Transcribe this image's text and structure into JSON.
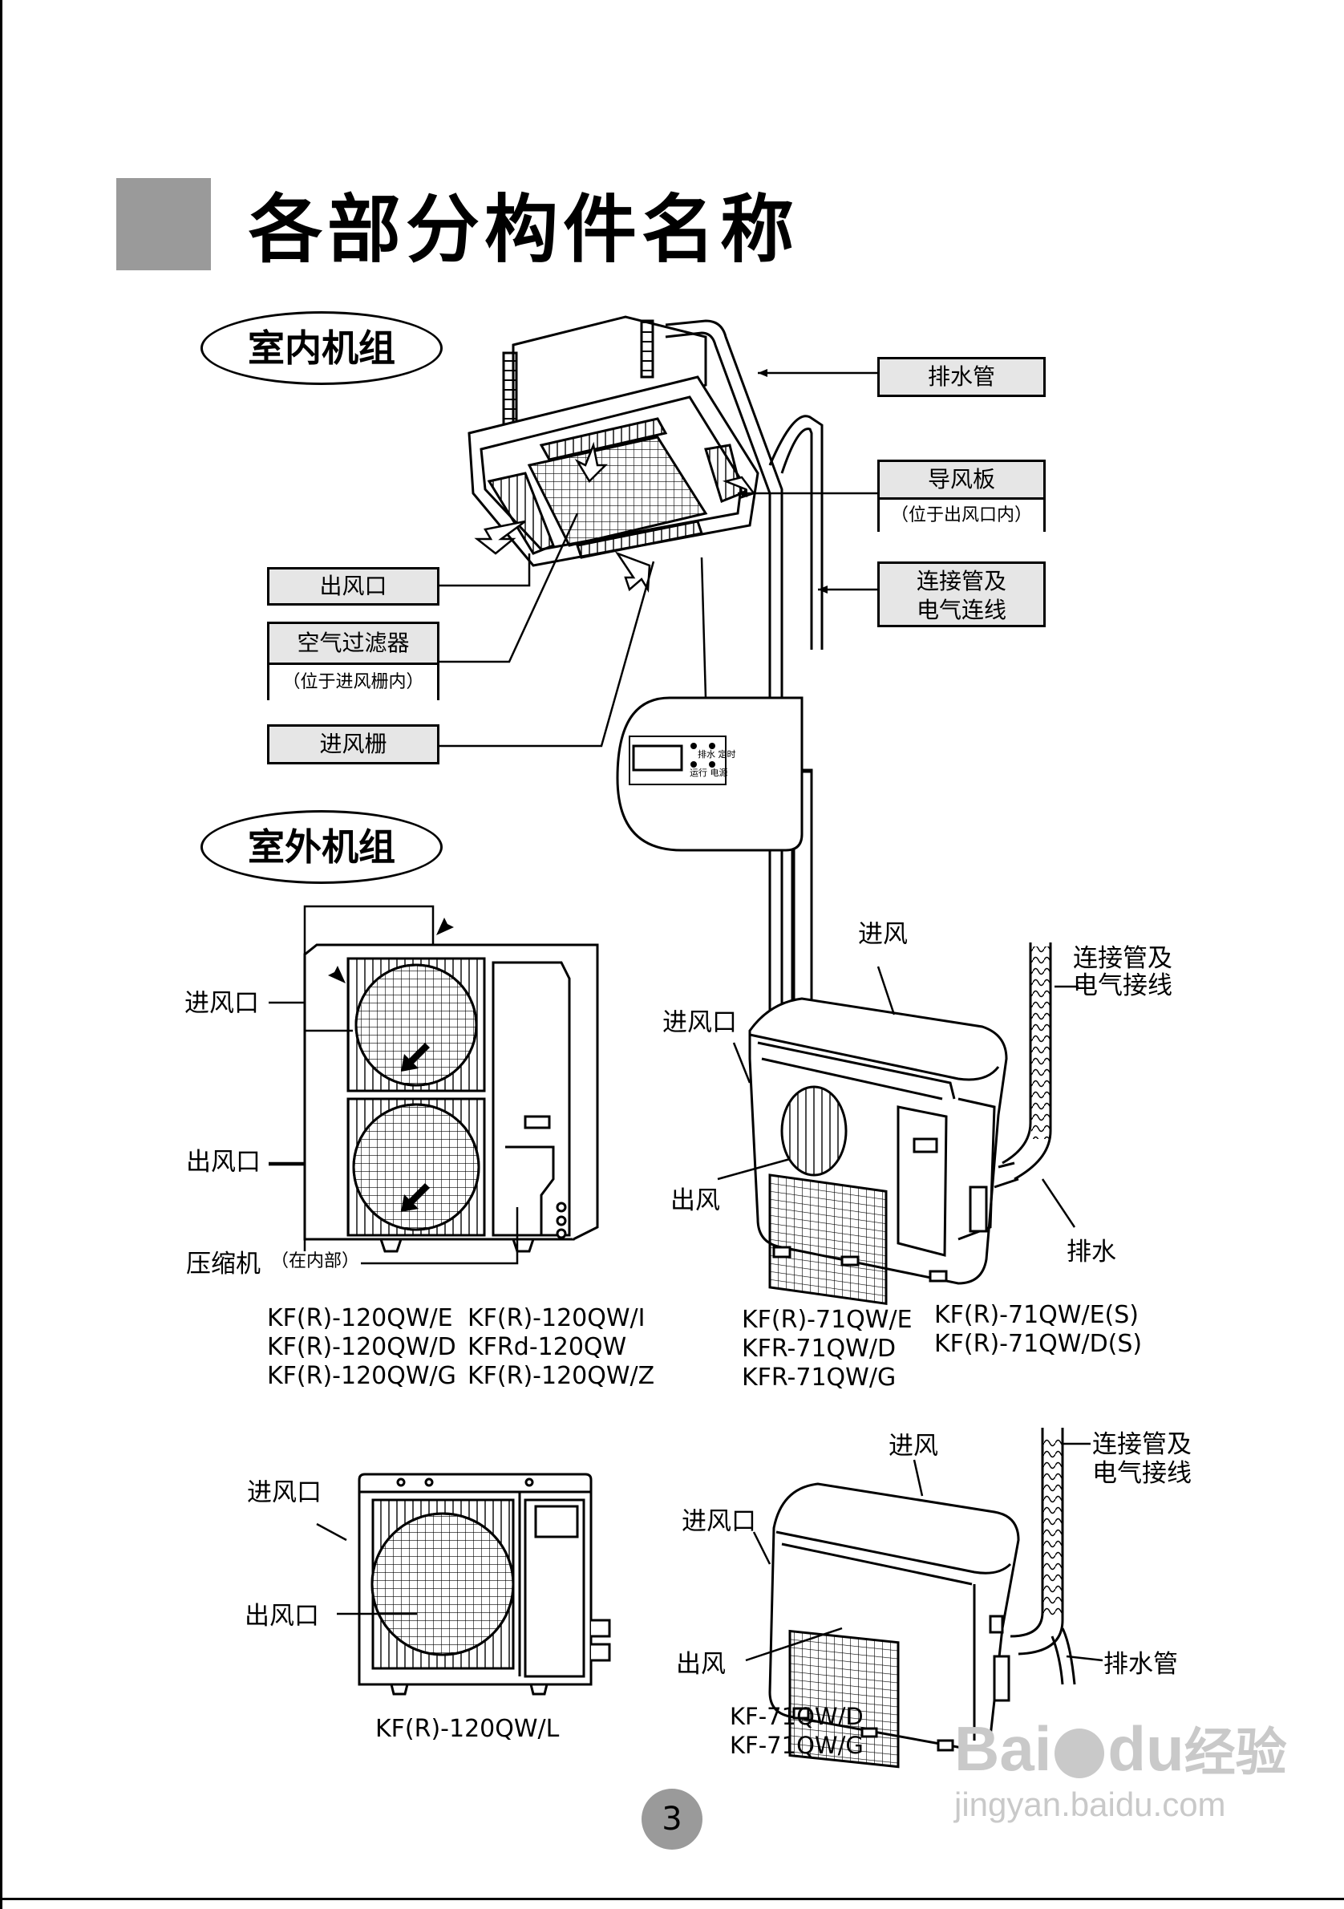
{
  "page": {
    "title": "各部分构件名称",
    "page_number": "3"
  },
  "indoor": {
    "section_label": "室内机组",
    "labels": {
      "drain_pipe": "排水管",
      "louver": "导风板",
      "louver_note": "（位于出风口内）",
      "connection_pipe_line1": "连接管及",
      "connection_pipe_line2": "电气连线",
      "air_outlet": "出风口",
      "air_filter": "空气过滤器",
      "air_filter_note": "（位于进风栅内）",
      "intake_grille": "进风栅"
    },
    "panel_text": {
      "line1": "排水 定时",
      "line2": "运行 电源"
    }
  },
  "outdoor": {
    "section_label": "室外机组",
    "unit_a": {
      "air_inlet": "进风口",
      "air_outlet": "出风口",
      "compressor": "压缩机",
      "compressor_note": "（在内部）",
      "models_col1": [
        "KF(R)-120QW/E",
        "KF(R)-120QW/D",
        "KF(R)-120QW/G"
      ],
      "models_col2": [
        "KF(R)-120QW/I",
        "KFRd-120QW",
        "KF(R)-120QW/Z"
      ]
    },
    "unit_b": {
      "air_in": "进风",
      "air_inlet": "进风口",
      "air_out": "出风",
      "connection_line1": "连接管及",
      "connection_line2": "电气接线",
      "drain": "排水",
      "models_col1": [
        "KF(R)-71QW/E",
        "KFR-71QW/D",
        "KFR-71QW/G"
      ],
      "models_col2": [
        "KF(R)-71QW/E(S)",
        "KF(R)-71QW/D(S)"
      ]
    },
    "unit_c": {
      "air_inlet": "进风口",
      "air_outlet": "出风口",
      "model": "KF(R)-120QW/L"
    },
    "unit_d": {
      "air_in": "进风",
      "air_inlet": "进风口",
      "air_out": "出风",
      "connection_line1": "连接管及",
      "connection_line2": "电气接线",
      "drain_pipe": "排水管",
      "models": [
        "KF-71QW/D",
        "KF-71QW/G"
      ]
    }
  },
  "watermark": {
    "brand": "Bai",
    "brand2": "du",
    "suffix": "经验",
    "url": "jingyan.baidu.com"
  }
}
